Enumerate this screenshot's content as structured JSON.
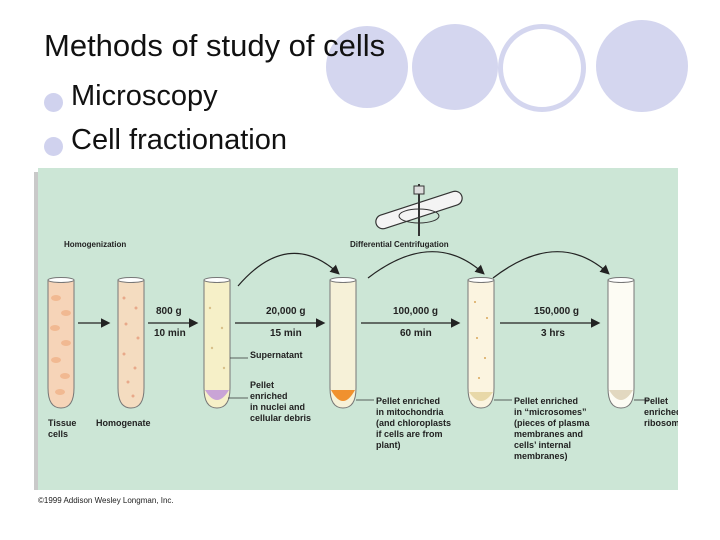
{
  "slide": {
    "title": "Methods of study of cells",
    "bullets": [
      {
        "label": "Microscopy"
      },
      {
        "label": "Cell fractionation"
      }
    ]
  },
  "figure": {
    "homogenization_label": "Homogenization",
    "diff_centrifugation_label": "Differential Centrifugation",
    "steps": [
      {
        "force": "800 g",
        "time": "10 min"
      },
      {
        "force": "20,000 g",
        "time": "15 min"
      },
      {
        "force": "100,000 g",
        "time": "60 min"
      },
      {
        "force": "150,000 g",
        "time": "3 hrs"
      }
    ],
    "tube_labels": {
      "tissue": "Tissue\ncells",
      "homogenate": "Homogenate",
      "supernatant": "Supernatant",
      "pellet1": "Pellet\nenriched\nin nuclei and\ncellular debris",
      "pellet2": "Pellet enriched\nin mitochondria\n(and chloroplasts\nif cells are from\nplant)",
      "pellet3": "Pellet enriched\nin “microsomes”\n(pieces of plasma\nmembranes and\ncells’ internal\nmembranes)",
      "pellet4": "Pellet\nenriched in\nribosomes"
    },
    "credit": "©1999 Addison Wesley Longman, Inc."
  },
  "colors": {
    "accent": "#d4d6ef",
    "figure_bg": "#cce6d6"
  }
}
